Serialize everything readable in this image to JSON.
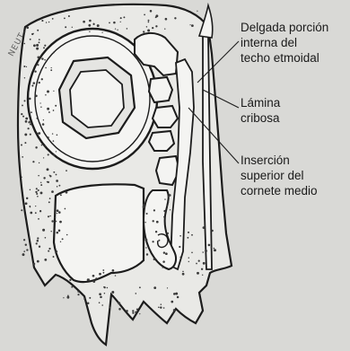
{
  "labels": {
    "techo": [
      "Delgada porción",
      "interna del",
      "techo etmoidal"
    ],
    "lamina": [
      "Lámina",
      "cribosa"
    ],
    "insercion": [
      "Inserción",
      "superior del",
      "cornete medio"
    ]
  },
  "margin_text": "NEUT",
  "colors": {
    "paper": "#d9d9d6",
    "ink": "#1c1c1c",
    "stipple": "#3a3a3a",
    "white": "#f4f4f2"
  }
}
